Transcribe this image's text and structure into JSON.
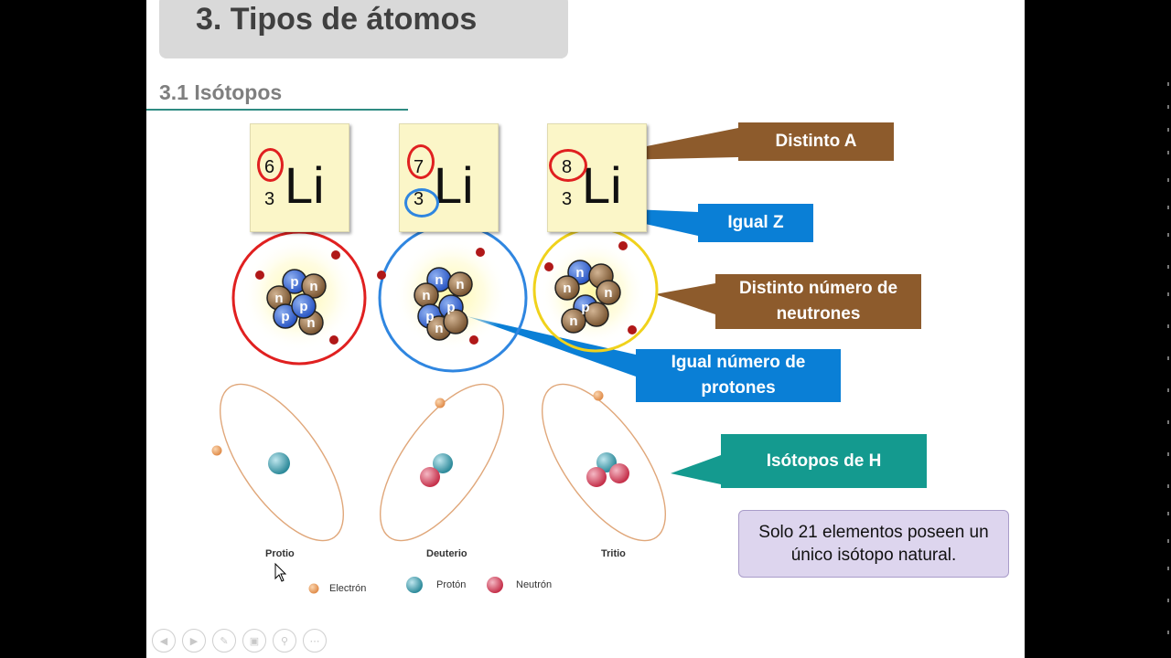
{
  "slide": {
    "title": "3. Tipos de átomos",
    "subtitle": "3.1  Isótopos"
  },
  "lithium_cards": [
    {
      "symbol": "Li",
      "mass_number": "6",
      "atomic_number": "3"
    },
    {
      "symbol": "Li",
      "mass_number": "7",
      "atomic_number": "3"
    },
    {
      "symbol": "Li",
      "mass_number": "8",
      "atomic_number": "3"
    }
  ],
  "nucleus_labels": {
    "neutron": "n",
    "proton": "p"
  },
  "callouts": {
    "distinto_a": "Distinto A",
    "igual_z": "Igual Z",
    "distinto_neutrones": "Distinto número de neutrones",
    "igual_protones": "Igual número de protones",
    "isotopos_h": "Isótopos de H"
  },
  "note": "Solo 21 elementos poseen un único isótopo natural.",
  "hydrogen_isotopes": [
    "Protio",
    "Deuterio",
    "Tritio"
  ],
  "legend": {
    "electron": "Electrón",
    "proton": "Protón",
    "neutron": "Neutrón"
  },
  "colors": {
    "title_bar": "#d9d9d9",
    "card": "#fbf6c8",
    "brown_callout": "#8d5b2c",
    "blue_callout": "#0a7fd6",
    "teal_callout": "#149a8f",
    "note_box": "#ddd5ee",
    "proton": "#2d8a9a",
    "neutron": "#c5304a",
    "electron": "#e08c4a"
  },
  "toolbar_icons": [
    "previous-icon",
    "next-icon",
    "pen-icon",
    "slides-icon",
    "zoom-icon",
    "more-icon"
  ]
}
